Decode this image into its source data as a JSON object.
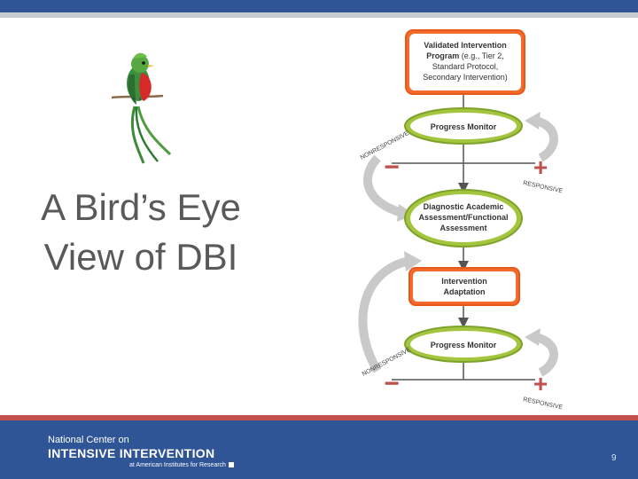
{
  "title": {
    "line1": "A Bird’s Eye",
    "line2": "View of DBI"
  },
  "diagram": {
    "validated_line1": "Validated Intervention",
    "validated_line2_bold": "Program",
    "validated_line2_rest": " (e.g., Tier 2,",
    "validated_line3": "Standard Protocol,",
    "validated_line4": "Secondary Intervention)",
    "progress_monitor_1": "Progress Monitor",
    "diagnostic_line1": "Diagnostic Academic",
    "diagnostic_line2": "Assessment/Functional",
    "diagnostic_line3": "Assessment",
    "adaptation_line1": "Intervention",
    "adaptation_line2": "Adaptation",
    "progress_monitor_2": "Progress Monitor",
    "nonresponsive": "NONRESPONSIVE",
    "responsive": "RESPONSIVE",
    "minus": "−",
    "plus": "+"
  },
  "footer": {
    "org_line1": "National Center on",
    "org_line2": "INTENSIVE INTERVENTION",
    "org_line3": "at American Institutes for Research",
    "page_number": "9"
  },
  "colors": {
    "orange_fill": "#f26b2b",
    "orange_border": "#e8581c",
    "green_fill": "#a4c53e",
    "green_border": "#7ea22b",
    "arrow_gray": "#c9c9c9",
    "header_blue": "#2f5597",
    "accent_red": "#c0504d"
  }
}
